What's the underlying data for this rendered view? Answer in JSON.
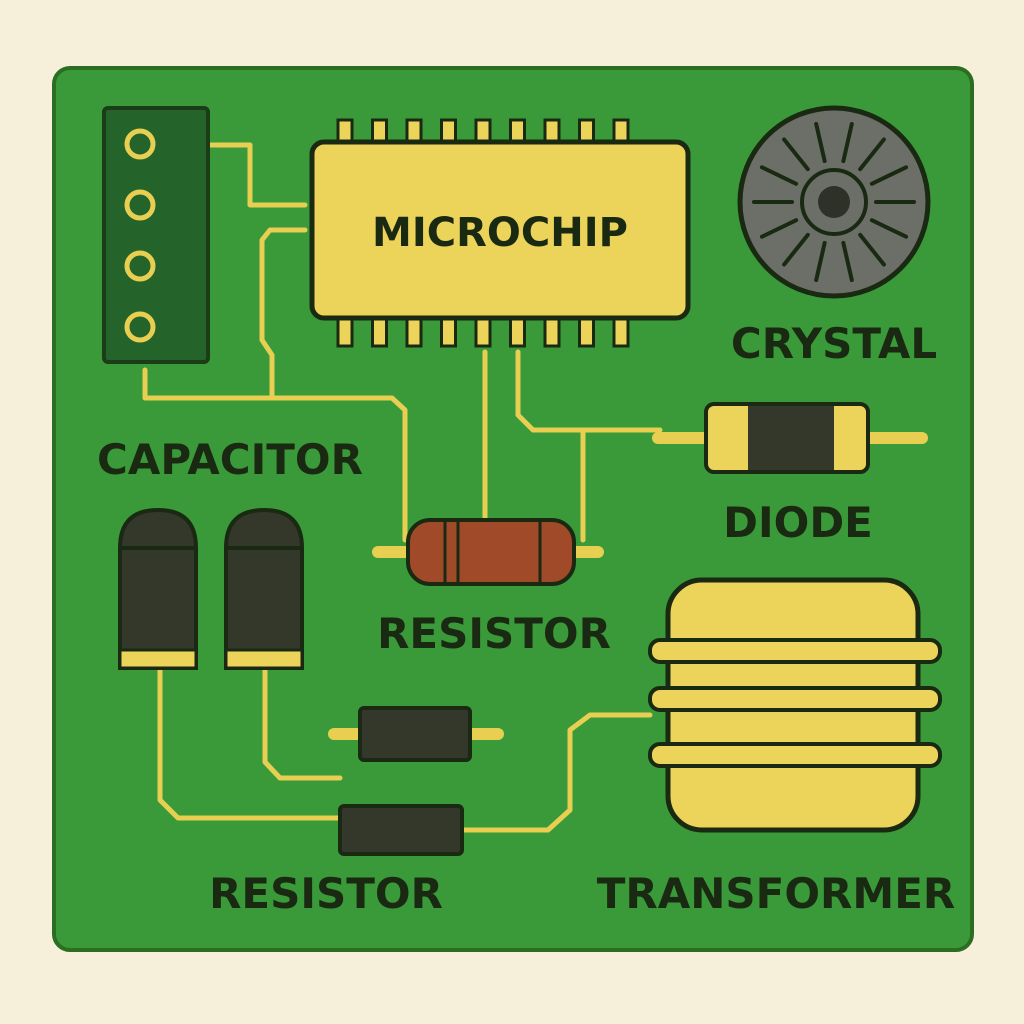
{
  "labels": {
    "microchip": "MICROCHIP",
    "crystal": "CRYSTAL",
    "capacitor": "CAPACITOR",
    "diode": "DIODE",
    "resistor_center": "RESISTOR",
    "resistor_bottom": "RESISTOR",
    "transformer": "TRANSFORMER"
  },
  "colors": {
    "board": "#3a9a3a",
    "board_border": "#2b6e22",
    "trace": "#e8cf52",
    "chip": "#ecd45a",
    "dark_component": "#33382a",
    "resistor_body": "#a04a2a",
    "crystal": "#6b6f68"
  }
}
